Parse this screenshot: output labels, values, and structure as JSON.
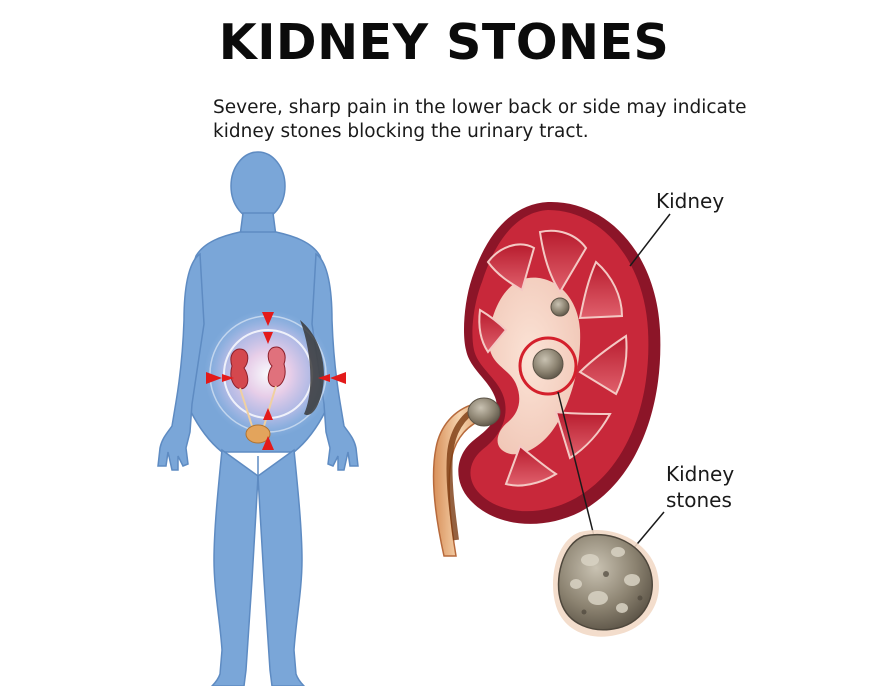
{
  "title": "KIDNEY STONES",
  "description": {
    "line1": "Severe, sharp pain in the lower back or side may indicate",
    "line2": "kidney stones blocking the urinary tract."
  },
  "labels": {
    "kidney": "Kidney",
    "stones_line1": "Kidney",
    "stones_line2": "stones"
  },
  "colors": {
    "body": "#7aa6d8",
    "pain_marker": "#e31a1a",
    "kidney_tissue": "#c8283a",
    "kidney_capsule": "#8c1528",
    "stone": "#8a8170",
    "highlight_ring": "#d4202c"
  }
}
